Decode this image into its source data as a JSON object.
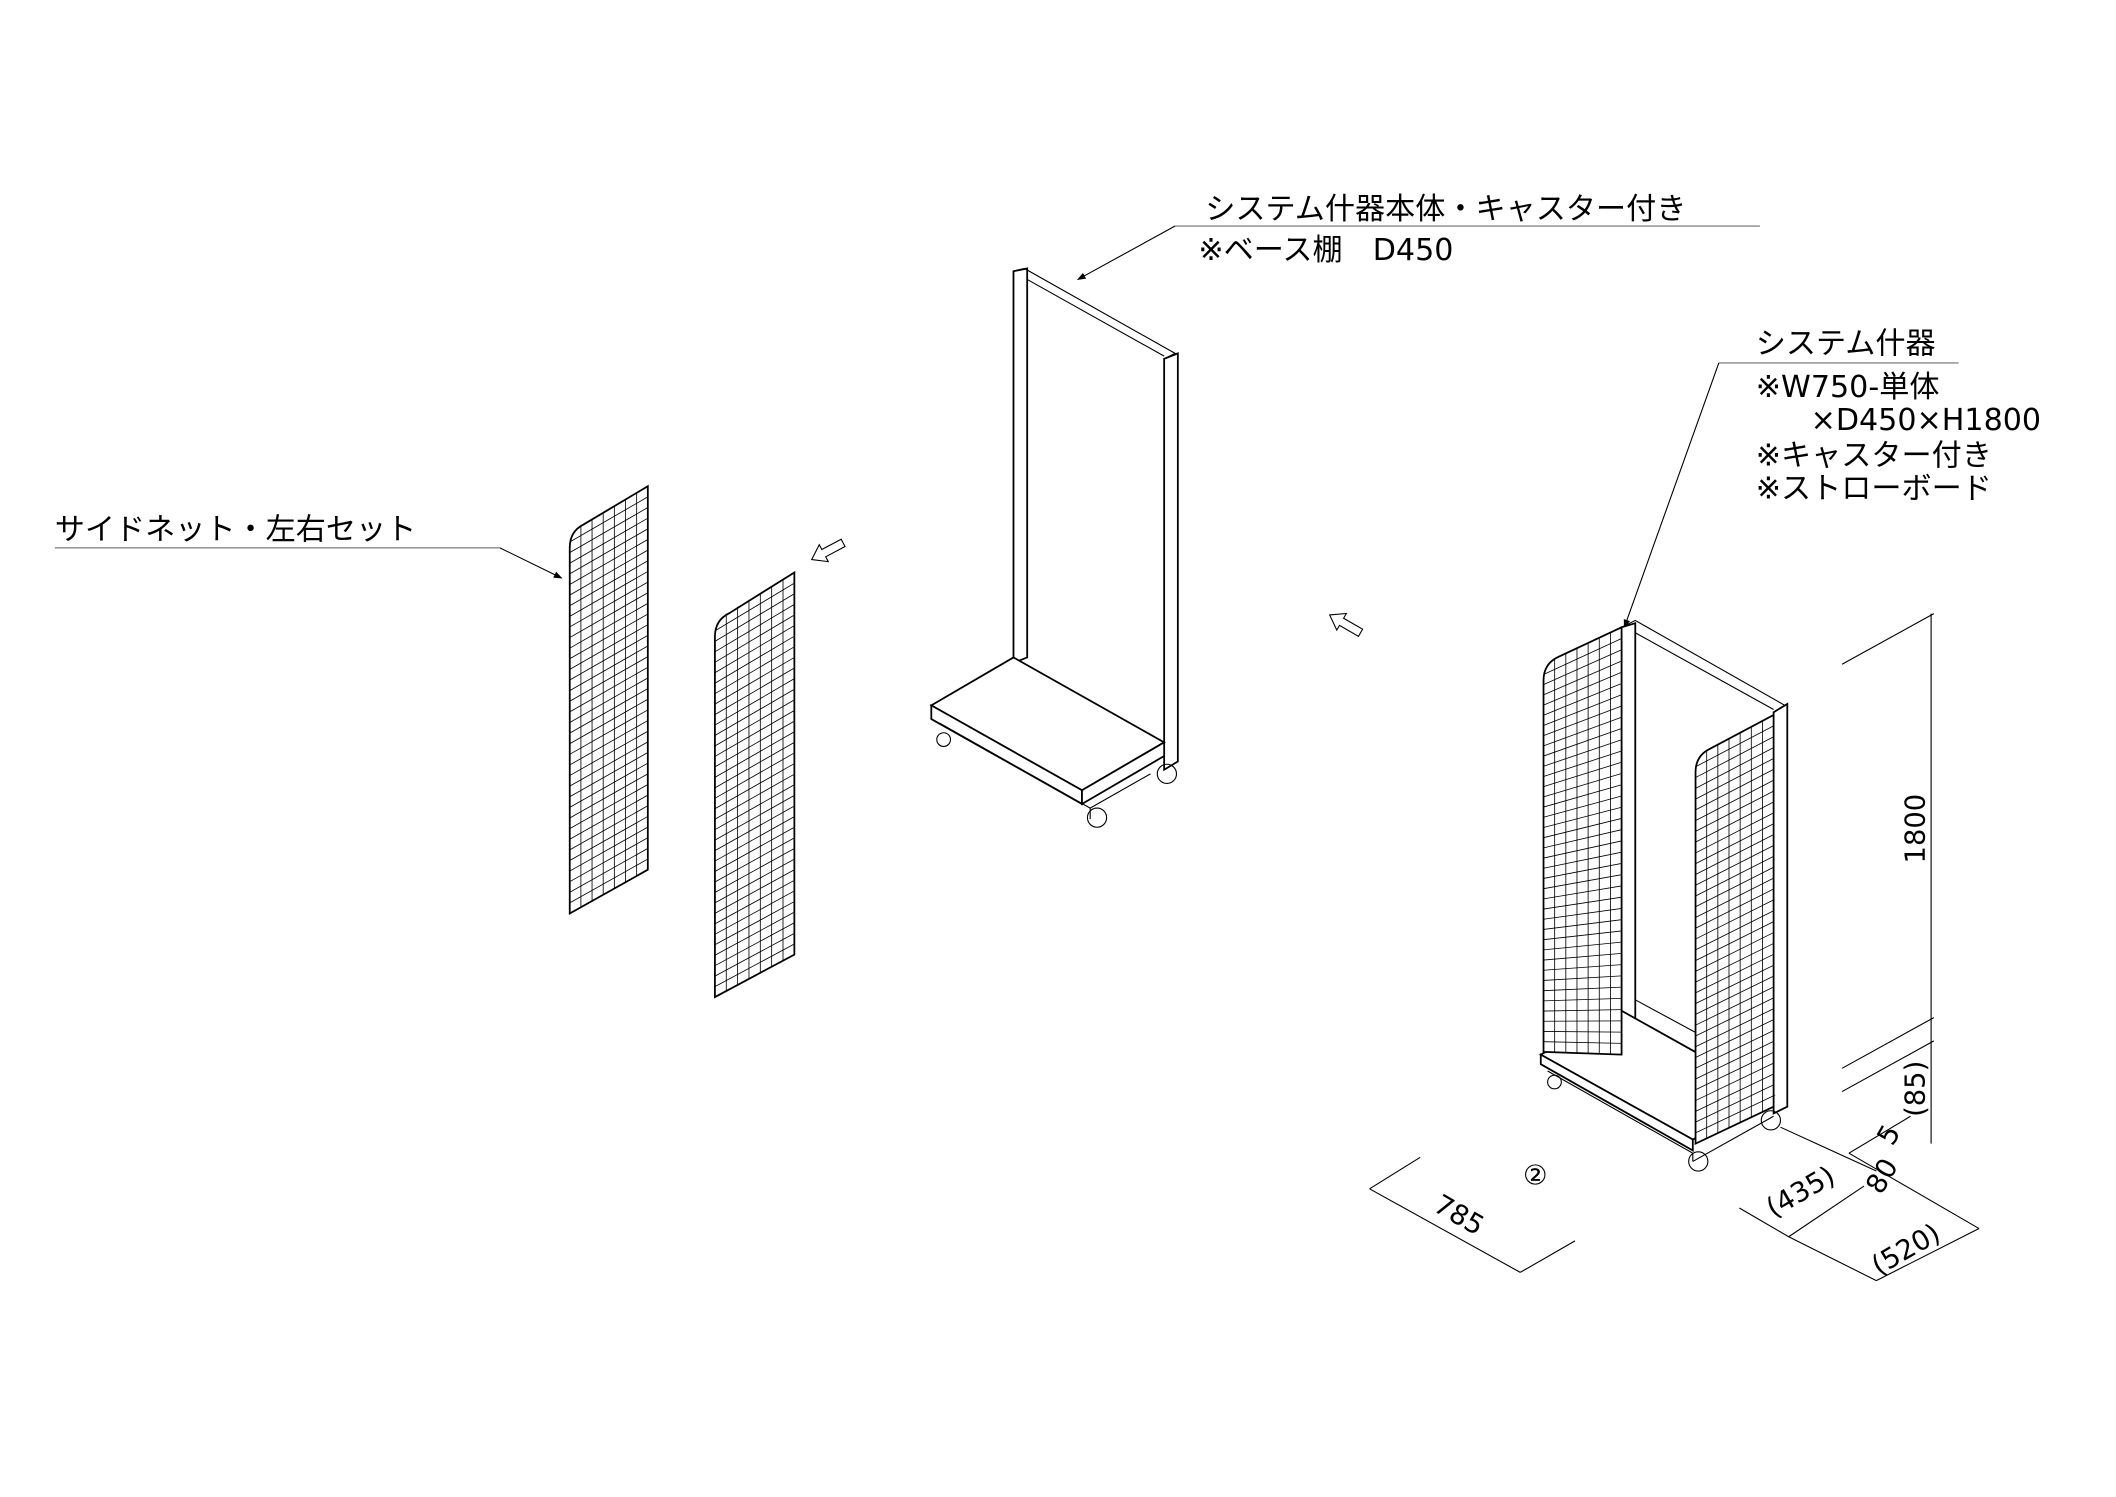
{
  "labels": {
    "main_body": {
      "title": "システム什器本体・キャスター付き",
      "note": "※ベース棚　D450"
    },
    "side_net": {
      "title": "サイドネット・左右セット"
    },
    "assembled": {
      "title": "システム什器",
      "lines": [
        "※W750-単体",
        "×D450×H1800",
        "※キャスター付き",
        "※ストローボード"
      ]
    }
  },
  "dimensions": {
    "height": "1800",
    "base_height": "(85)",
    "gap": "5",
    "caster": "80",
    "depth_inner": "(435)",
    "depth_total": "(520)",
    "width": "785",
    "item_number": "②"
  }
}
